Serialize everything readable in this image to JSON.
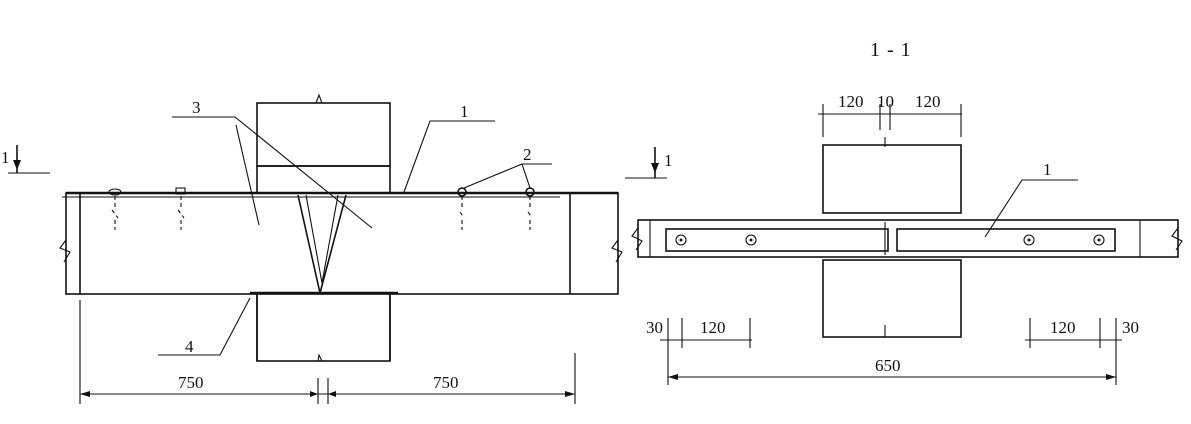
{
  "section_title": "1 - 1",
  "section_marks": {
    "left": "1",
    "right": "1"
  },
  "left_view": {
    "callouts": {
      "c1": "1",
      "c2": "2",
      "c3": "3",
      "c4": "4"
    },
    "dims": {
      "left": "750",
      "right": "750"
    }
  },
  "right_view": {
    "callouts": {
      "c1": "1"
    },
    "dims": {
      "top_left": "120",
      "top_mid": "10",
      "top_right": "120",
      "bot_l30": "30",
      "bot_l120": "120",
      "bot_r120": "120",
      "bot_r30": "30",
      "overall": "650"
    }
  }
}
